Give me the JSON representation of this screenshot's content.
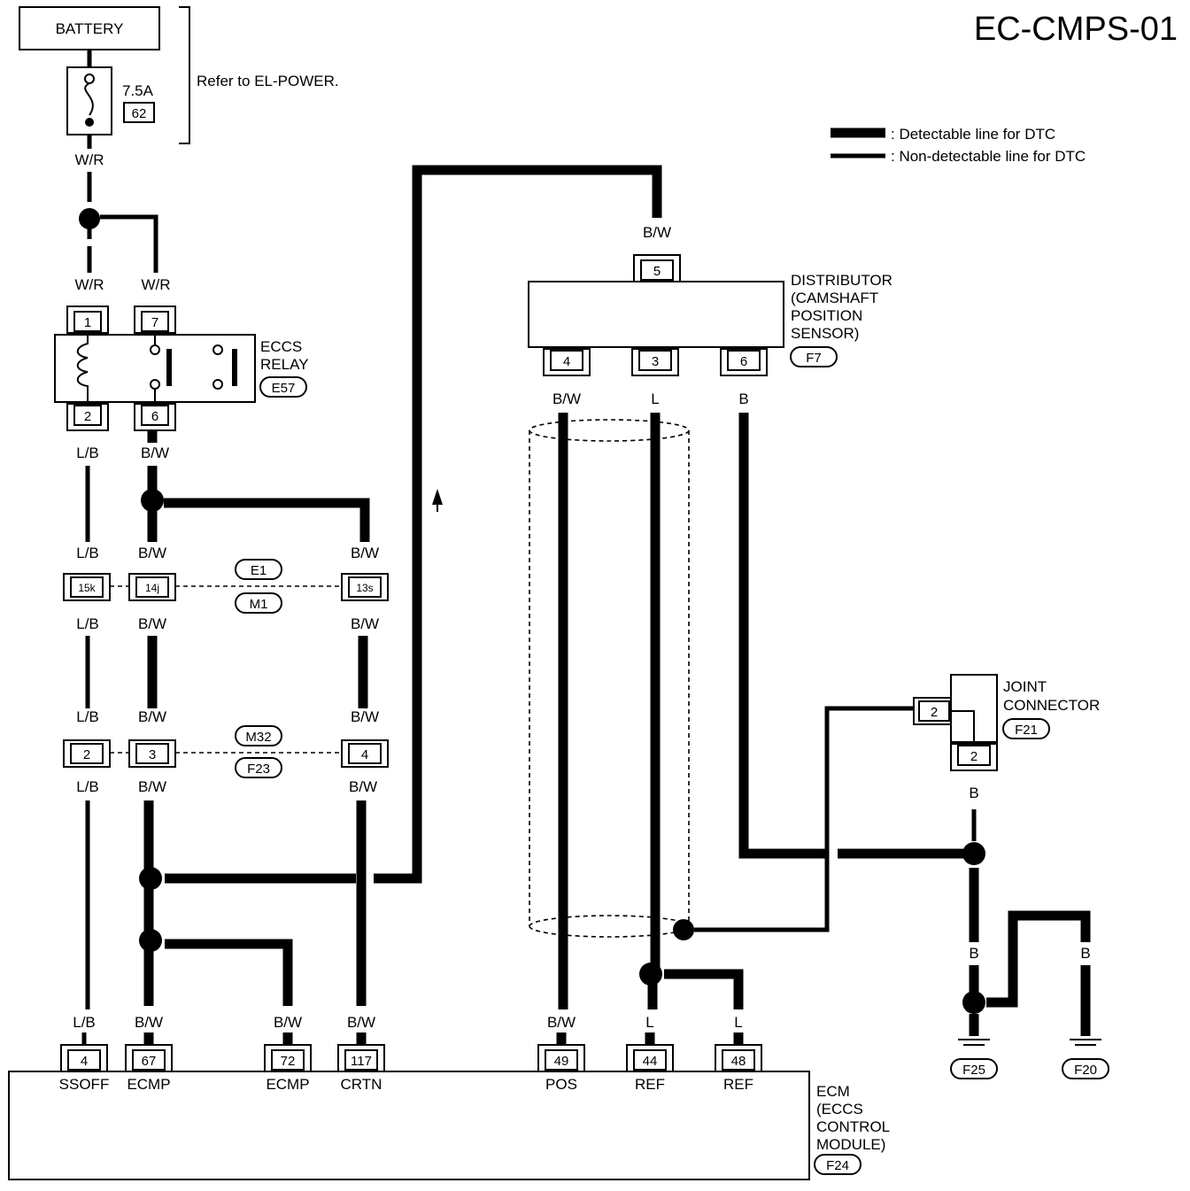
{
  "page_code": "EC-CMPS-01",
  "legend": {
    "detectable": ": Detectable line for DTC",
    "non_detectable": ": Non-detectable line for DTC"
  },
  "battery": {
    "label": "BATTERY",
    "note": "Refer to EL-POWER."
  },
  "fuse": {
    "rating": "7.5A",
    "number": "62"
  },
  "relay": {
    "name1": "ECCS",
    "name2": "RELAY",
    "connector": "E57",
    "pins": [
      "1",
      "7",
      "2",
      "6"
    ]
  },
  "distributor": {
    "lines": [
      "DISTRIBUTOR",
      "(CAMSHAFT",
      "POSITION",
      "SENSOR)"
    ],
    "connector": "F7",
    "top_pin": "5",
    "pins": [
      "4",
      "3",
      "6"
    ]
  },
  "joint_connector": {
    "lines": [
      "JOINT",
      "CONNECTOR"
    ],
    "connector": "F21",
    "pin_side": "2",
    "pin_bottom": "2"
  },
  "inline_connectors": {
    "upper": {
      "pins": [
        "15k",
        "14j",
        "13s"
      ],
      "ids": [
        "E1",
        "M1"
      ]
    },
    "lower": {
      "pins": [
        "2",
        "3",
        "4"
      ],
      "ids": [
        "M32",
        "F23"
      ]
    }
  },
  "wire_colors": {
    "wr": "W/R",
    "lb": "L/B",
    "bw": "B/W",
    "l": "L",
    "b": "B"
  },
  "ecm": {
    "lines": [
      "ECM",
      "(ECCS",
      "CONTROL",
      "MODULE)"
    ],
    "connector": "F24",
    "terminals": [
      {
        "pin": "4",
        "name": "SSOFF"
      },
      {
        "pin": "67",
        "name": "ECMP"
      },
      {
        "pin": "72",
        "name": "ECMP"
      },
      {
        "pin": "117",
        "name": "CRTN"
      },
      {
        "pin": "49",
        "name": "POS"
      },
      {
        "pin": "44",
        "name": "REF"
      },
      {
        "pin": "48",
        "name": "REF"
      }
    ]
  },
  "grounds": [
    "F25",
    "F20"
  ]
}
